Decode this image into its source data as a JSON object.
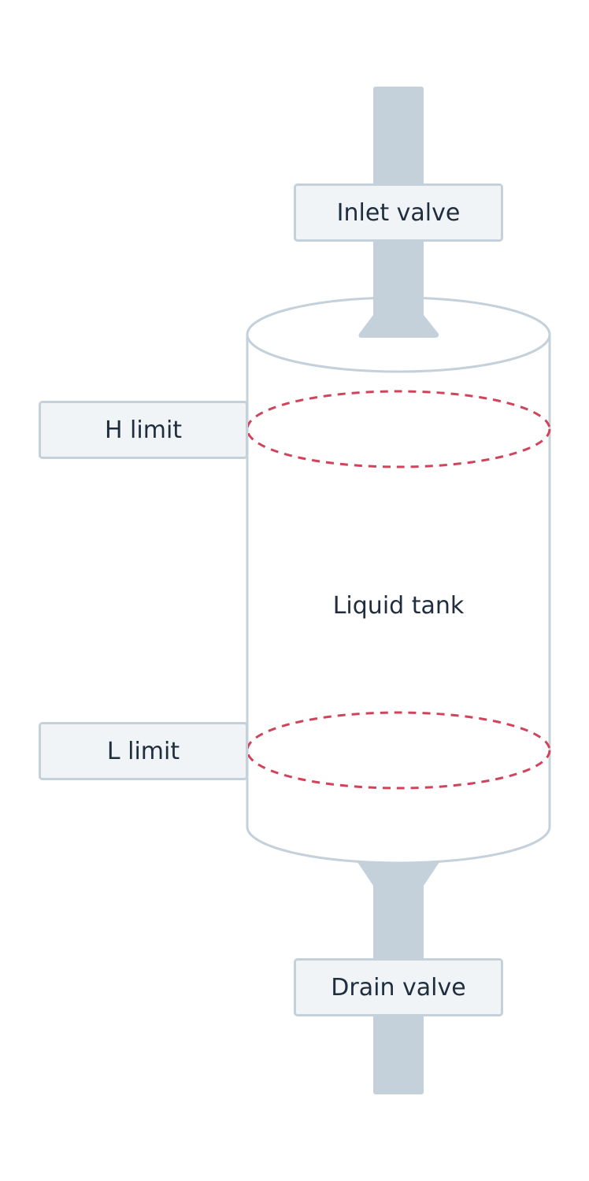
{
  "diagram": {
    "inlet_valve": "Inlet valve",
    "drain_valve": "Drain valve",
    "high_limit": "H limit",
    "low_limit": "L limit",
    "tank": "Liquid tank"
  },
  "colors": {
    "pipe": "#c4d0da",
    "tank_outline": "#c4d0da",
    "limit_line": "#d0435a",
    "label_fill": "#f0f4f7",
    "text": "#1f2d3d"
  }
}
